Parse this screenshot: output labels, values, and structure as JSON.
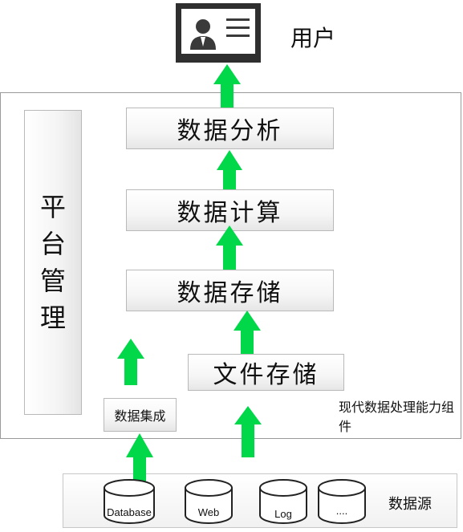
{
  "user": {
    "label": "用户",
    "icon": "user-id-card-icon"
  },
  "layers": {
    "analysis": "数据分析",
    "compute": "数据计算",
    "storage": "数据存储",
    "file_storage": "文件存储",
    "integration": "数据集成"
  },
  "platform": {
    "chars": [
      "平",
      "台",
      "管",
      "理"
    ]
  },
  "component_label": "现代数据处理能力组件",
  "sources": {
    "label": "数据源",
    "items": [
      "Database",
      "Web",
      "Log",
      "...."
    ]
  },
  "colors": {
    "arrow": "#00d84a",
    "border": "#b9b9b9",
    "icon": "#3a3a3a"
  }
}
